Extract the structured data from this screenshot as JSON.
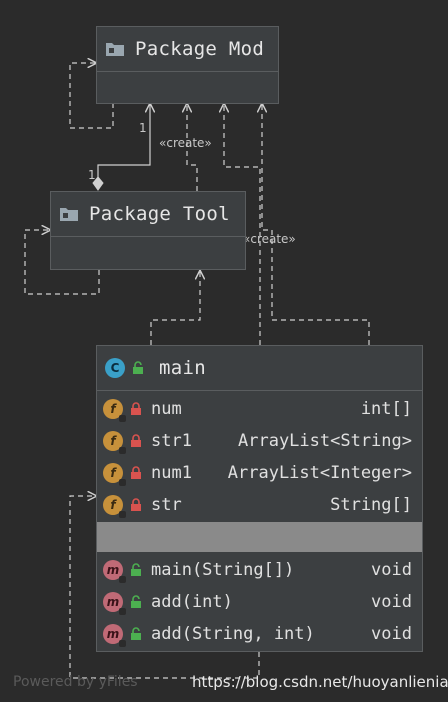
{
  "nodes": {
    "package_mod": {
      "title": "Package Mod"
    },
    "package_tool": {
      "title": "Package Tool"
    },
    "main_class": {
      "title": "main",
      "fields": [
        {
          "name": "num",
          "type": "int[]"
        },
        {
          "name": "str1",
          "type": "ArrayList<String>"
        },
        {
          "name": "num1",
          "type": "ArrayList<Integer>"
        },
        {
          "name": "str",
          "type": "String[]"
        }
      ],
      "methods": [
        {
          "name": "main(String[])",
          "type": "void"
        },
        {
          "name": "add(int)",
          "type": "void"
        },
        {
          "name": "add(String, int)",
          "type": "void"
        }
      ]
    }
  },
  "labels": {
    "create_1": "«create»",
    "create_2": "«create»",
    "mult_top": "1",
    "mult_bottom": "1"
  },
  "icons": {
    "package": "folder-icon",
    "class": "class-c-icon",
    "field": "field-f-icon",
    "method": "method-m-icon",
    "private": "lock-icon",
    "public": "unlock-icon"
  },
  "colors": {
    "background": "#2b2b2b",
    "node_fill": "#3c3f41",
    "edge": "#d0d0d0",
    "field_badge": "#c7913b",
    "method_badge": "#c06a76",
    "class_badge": "#3aa0c8",
    "private_lock": "#d9534f",
    "public_lock": "#4caf50"
  },
  "footer": {
    "powered": "Powered by yFiles",
    "url": "https://blog.csdn.net/huoyanlieniao"
  }
}
